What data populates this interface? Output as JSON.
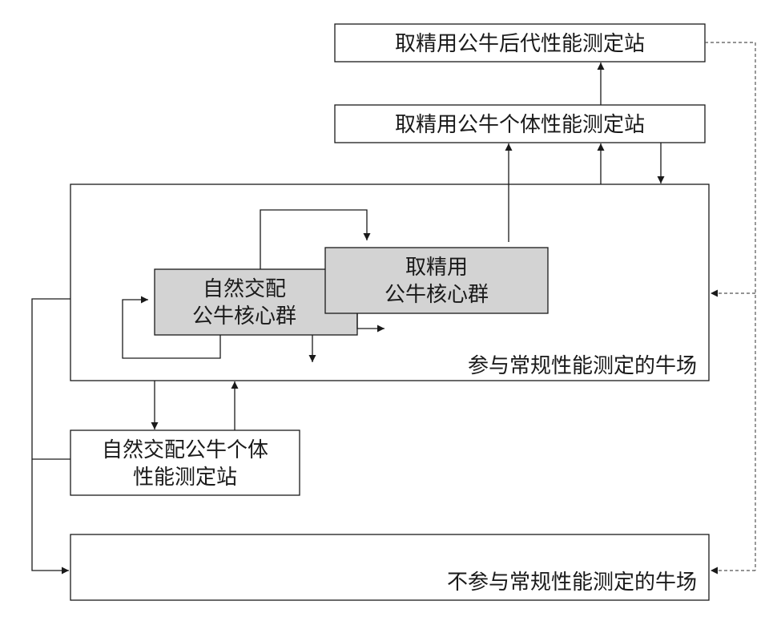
{
  "diagram": {
    "progeny_station": "取精用公牛后代性能测定站",
    "individual_station": "取精用公牛个体性能测定站",
    "farm_routine": "参与常规性能测定的牛场",
    "natural_core": {
      "line1": "自然交配",
      "line2": "公牛核心群"
    },
    "semen_core": {
      "line1": "取精用",
      "line2": "公牛核心群"
    },
    "natural_station": {
      "line1": "自然交配公牛个体",
      "line2": "性能测定站"
    },
    "farm_non_routine": "不参与常规性能测定的牛场"
  }
}
